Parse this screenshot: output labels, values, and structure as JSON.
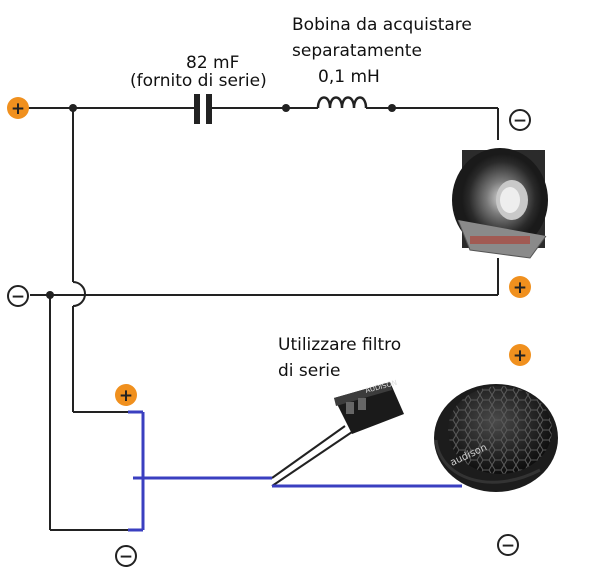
{
  "labels": {
    "capacitor_value": "82 mF",
    "capacitor_note": "(fornito di serie)",
    "coil_title_1": "Bobina da acquistare",
    "coil_title_2": "separatamente",
    "coil_value": "0,1 mH",
    "filter_note_1": "Utilizzare filtro",
    "filter_note_2": "di serie",
    "filter_brand": "AUDISON",
    "tweeter_brand": "audison"
  },
  "signs": {
    "plus": "+",
    "minus": "−"
  },
  "colors": {
    "wire": "#222222",
    "tweeter_wire": "#3a3fc0",
    "plus_badge": "#f0901e",
    "minus_badge": "#ffffff"
  }
}
